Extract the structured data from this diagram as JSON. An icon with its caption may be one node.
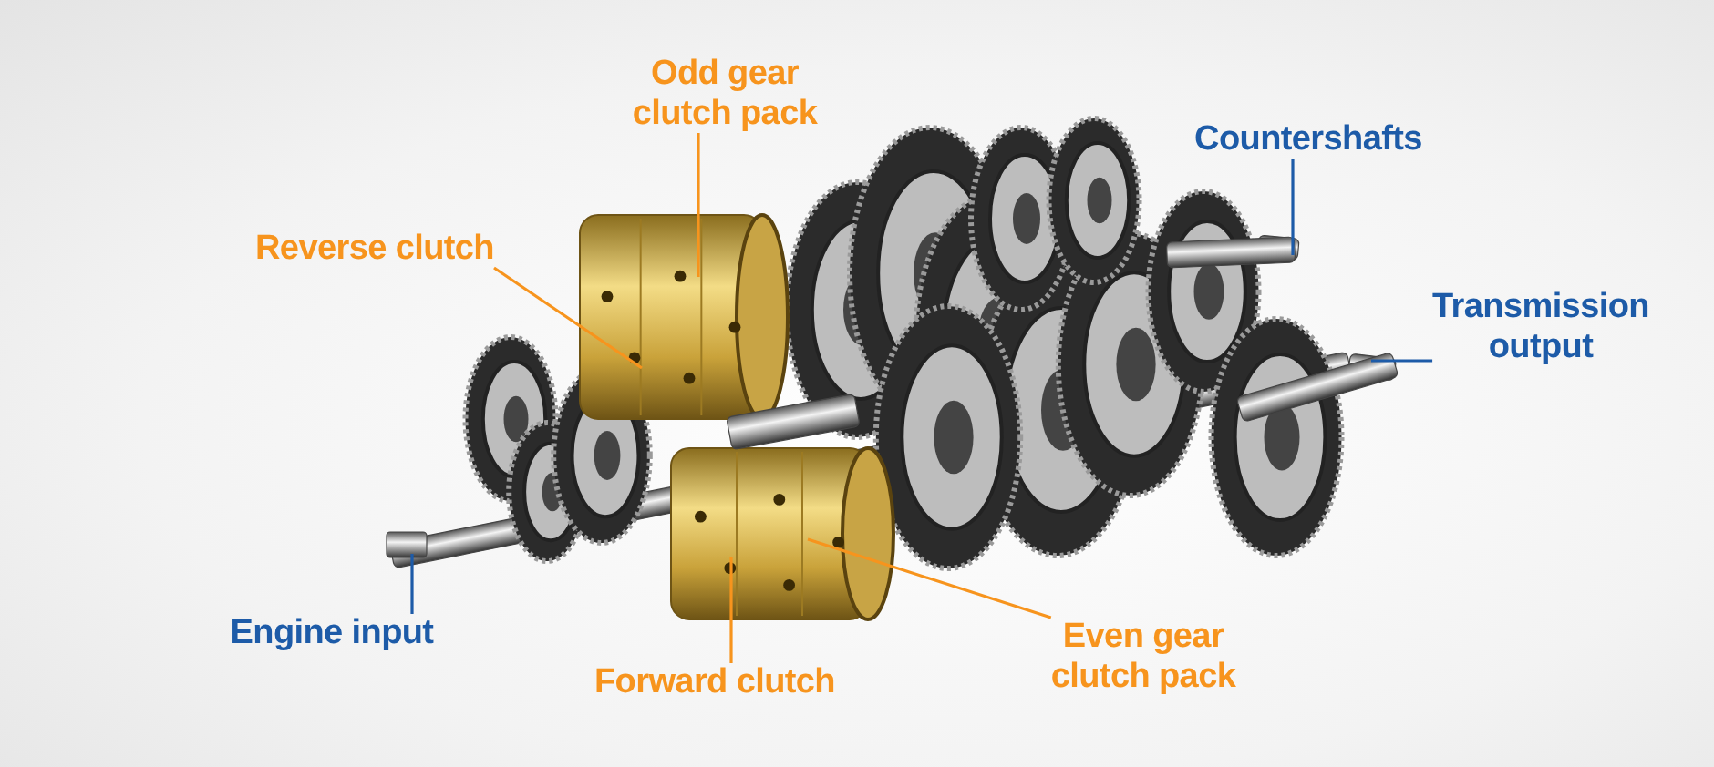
{
  "diagram": {
    "nodes": [
      {
        "text": [
          "Odd gear clutch pack"
        ]
      },
      {
        "text": [
          "Countershafts"
        ]
      },
      {
        "text": [
          "Reverse clutch"
        ]
      },
      {
        "text": [
          "Transmission output"
        ]
      },
      {
        "text": [
          "Engine input"
        ]
      },
      {
        "text": [
          "Forward clutch"
        ]
      },
      {
        "text": [
          "Even gear clutch pack"
        ]
      }
    ],
    "edges": [
      {
        "from": 0,
        "to": null,
        "arrow": "none"
      },
      {
        "from": 1,
        "to": null,
        "arrow": "none",
        "color": "#1d5ba8"
      },
      {
        "from": 2,
        "to": null,
        "arrow": "none"
      },
      {
        "from": 3,
        "to": null,
        "arrow": "none",
        "color": "#1d5ba8"
      },
      {
        "from": 4,
        "to": null,
        "arrow": "none",
        "color": "#1d5ba8"
      },
      {
        "from": 5,
        "to": null,
        "arrow": "none"
      },
      {
        "from": 6,
        "to": null,
        "arrow": "none"
      }
    ]
  }
}
